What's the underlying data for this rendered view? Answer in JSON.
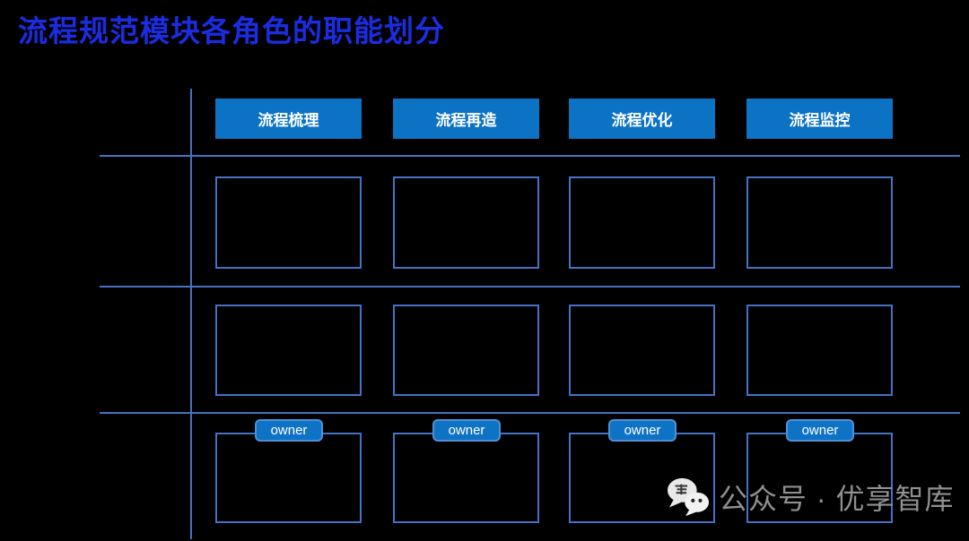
{
  "title": "流程规范模块各角色的职能划分",
  "matrix": {
    "column_headers": [
      {
        "label": "流程梳理"
      },
      {
        "label": "流程再造"
      },
      {
        "label": "流程优化"
      },
      {
        "label": "流程监控"
      }
    ],
    "row_count": 3,
    "columns_count": 4,
    "cells_empty": true,
    "owner_badge": {
      "label": "owner",
      "row": 3
    }
  },
  "watermark": {
    "text": "公众号 · 优享智库",
    "icon": "wechat-icon"
  },
  "colors": {
    "background": "#000000",
    "title_color": "#1c2ce0",
    "header_fill": "#0c72c4",
    "box_border": "#4472c4",
    "grid_line": "#4472c4",
    "badge_fill": "#0e73c5",
    "badge_border": "#4f91d6",
    "watermark_color": "#8f8f8f"
  }
}
